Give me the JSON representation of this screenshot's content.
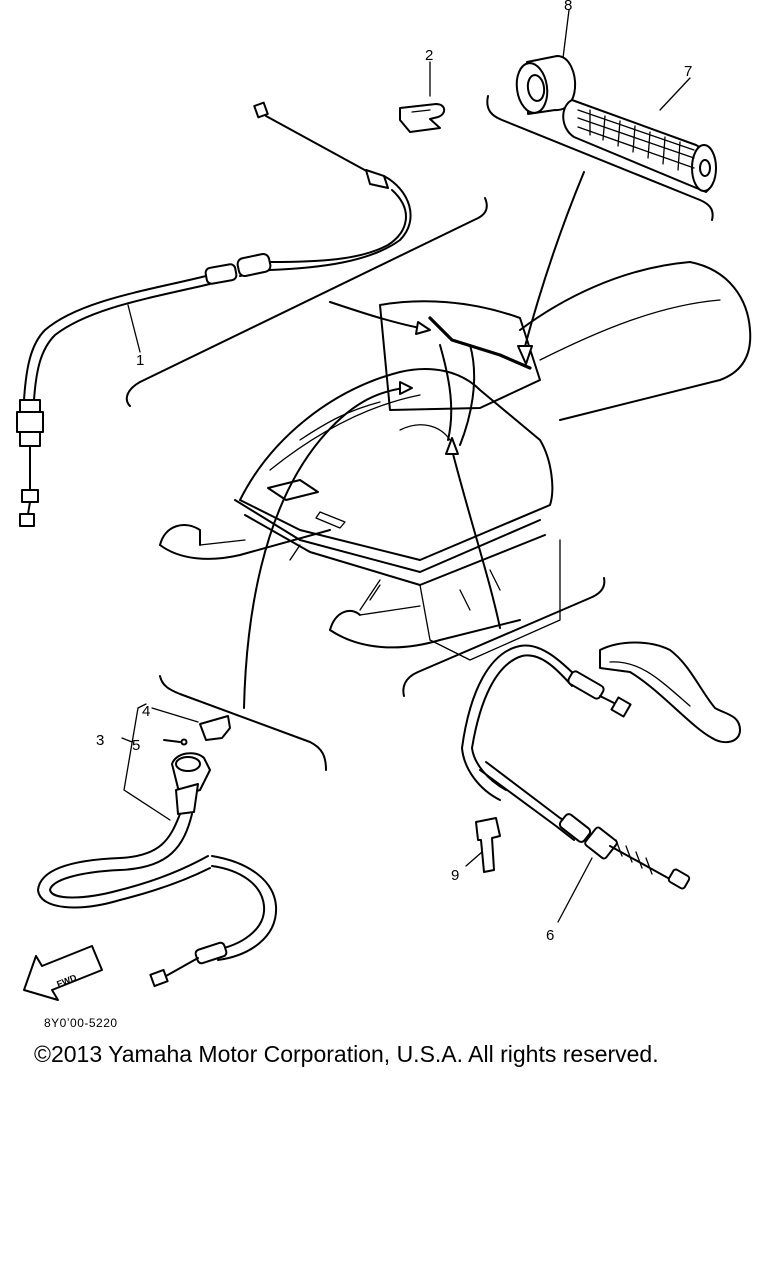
{
  "callouts": {
    "c1": "1",
    "c2": "2",
    "c3": "3",
    "c4": "4",
    "c5": "5",
    "c6": "6",
    "c7": "7",
    "c8": "8",
    "c9": "9"
  },
  "fwd_label": "FWD",
  "drawing_code": "8Y0ʼ00-5220",
  "copyright": "©2013 Yamaha Motor Corporation, U.S.A. All rights reserved."
}
